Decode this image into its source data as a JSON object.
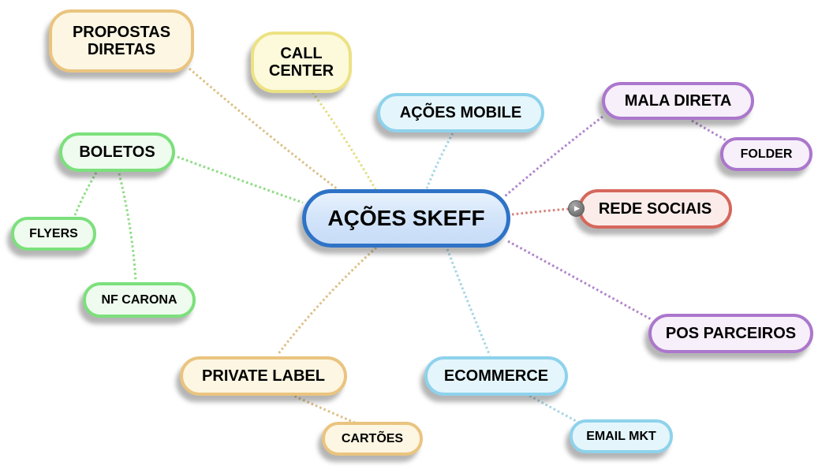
{
  "diagram": {
    "type": "mindmap",
    "background": "#ffffff"
  },
  "palette": {
    "central": {
      "border": "#2e73c6",
      "fill": "#d4e5fa",
      "line": "#9cc1e6"
    },
    "tan": {
      "border": "#eac47f",
      "fill": "#fdf6e2",
      "line": "#ddbf85"
    },
    "yellow": {
      "border": "#ece284",
      "fill": "#fcfadb",
      "line": "#e5dd85"
    },
    "blue": {
      "border": "#8ed2ec",
      "fill": "#e4f6fc",
      "line": "#a5d5e5"
    },
    "purple": {
      "border": "#ab77cc",
      "fill": "#f7effa",
      "line": "#b085cc"
    },
    "red": {
      "border": "#d5675c",
      "fill": "#fcece9",
      "line": "#d4847b"
    },
    "green": {
      "border": "#7ce07c",
      "fill": "#eefbee",
      "line": "#8cdc82"
    }
  },
  "nodes": {
    "central": {
      "label": "AÇÕES SKEFF",
      "level": "root",
      "color": "central"
    },
    "propostas_diretas": {
      "label": "PROPOSTAS DIRETAS",
      "level": "main",
      "color": "tan"
    },
    "call_center": {
      "label": "CALL CENTER",
      "level": "main",
      "color": "yellow"
    },
    "acoes_mobile": {
      "label": "AÇÕES MOBILE",
      "level": "main",
      "color": "blue"
    },
    "mala_direta": {
      "label": "MALA DIRETA",
      "level": "main",
      "color": "purple"
    },
    "folder": {
      "label": "FOLDER",
      "level": "sub",
      "color": "purple"
    },
    "rede_sociais": {
      "label": "REDE SOCIAIS",
      "level": "main",
      "color": "red"
    },
    "pos_parceiros": {
      "label": "POS PARCEIROS",
      "level": "main",
      "color": "purple"
    },
    "ecommerce": {
      "label": "ECOMMERCE",
      "level": "main",
      "color": "blue"
    },
    "email_mkt": {
      "label": "EMAIL MKT",
      "level": "sub",
      "color": "blue"
    },
    "private_label": {
      "label": "PRIVATE LABEL",
      "level": "main",
      "color": "tan"
    },
    "cartoes": {
      "label": "CARTÕES",
      "level": "sub",
      "color": "tan"
    },
    "boletos": {
      "label": "BOLETOS",
      "level": "main",
      "color": "green"
    },
    "flyers": {
      "label": "FLYERS",
      "level": "sub",
      "color": "green"
    },
    "nf_carona": {
      "label": "NF CARONA",
      "level": "sub",
      "color": "green"
    }
  },
  "connections": [
    {
      "from": "central",
      "to": "propostas_diretas",
      "color": "tan"
    },
    {
      "from": "central",
      "to": "call_center",
      "color": "yellow"
    },
    {
      "from": "central",
      "to": "acoes_mobile",
      "color": "blue"
    },
    {
      "from": "central",
      "to": "mala_direta",
      "color": "purple"
    },
    {
      "from": "mala_direta",
      "to": "folder",
      "color": "purple"
    },
    {
      "from": "central",
      "to": "rede_sociais",
      "color": "red"
    },
    {
      "from": "central",
      "to": "pos_parceiros",
      "color": "purple"
    },
    {
      "from": "central",
      "to": "ecommerce",
      "color": "blue"
    },
    {
      "from": "ecommerce",
      "to": "email_mkt",
      "color": "blue"
    },
    {
      "from": "central",
      "to": "private_label",
      "color": "tan"
    },
    {
      "from": "private_label",
      "to": "cartoes",
      "color": "tan"
    },
    {
      "from": "central",
      "to": "boletos",
      "color": "green"
    },
    {
      "from": "boletos",
      "to": "flyers",
      "color": "green"
    },
    {
      "from": "boletos",
      "to": "nf_carona",
      "color": "green"
    }
  ],
  "icons": {
    "collapse_indicator": {
      "glyph": "▶",
      "meaning": "collapsed-branch play-circle",
      "attached_to": "rede_sociais"
    }
  }
}
